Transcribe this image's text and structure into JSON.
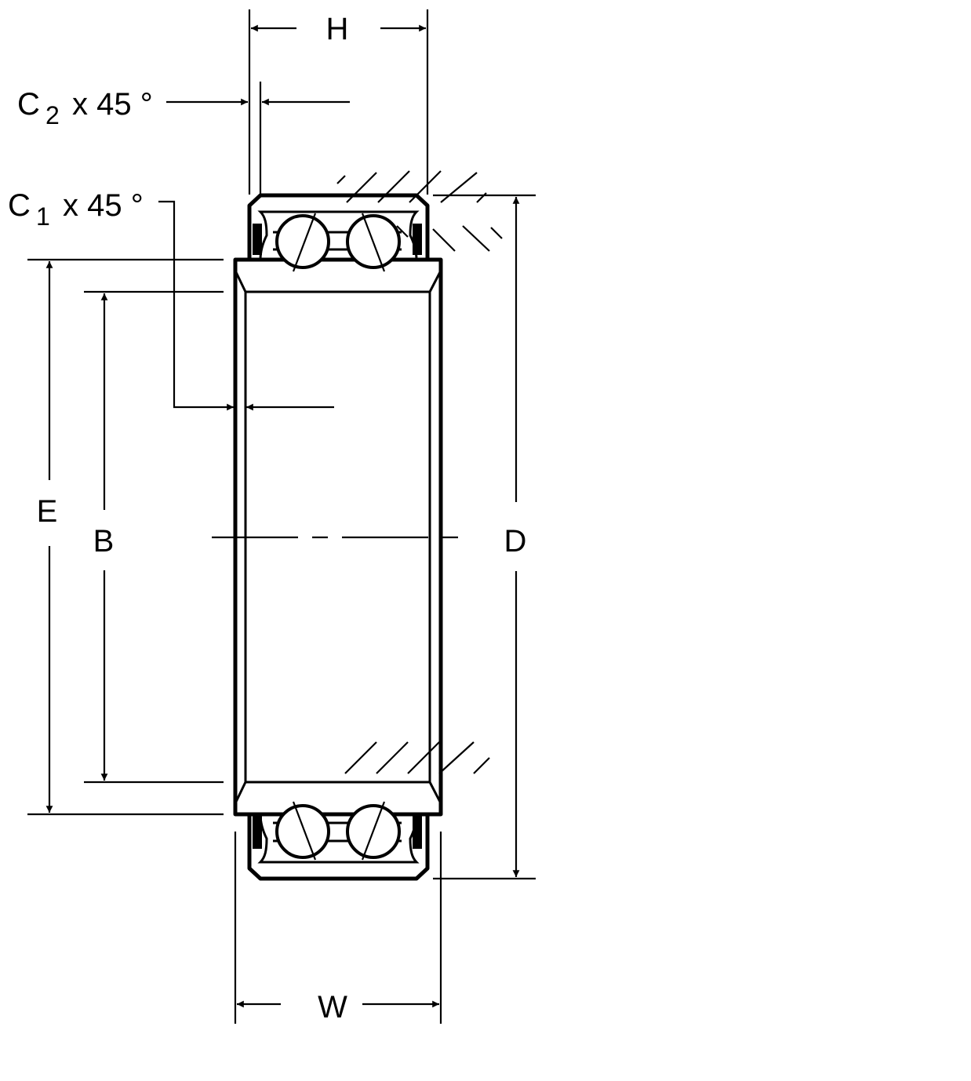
{
  "diagram": {
    "labels": {
      "H": "H",
      "W": "W",
      "D": "D",
      "E": "E",
      "B": "B",
      "c2_letter": "C",
      "c2_sub": "2",
      "c2_angle": "x 45 °",
      "c1_letter": "C",
      "c1_sub": "1",
      "c1_angle": "x 45 °"
    }
  }
}
